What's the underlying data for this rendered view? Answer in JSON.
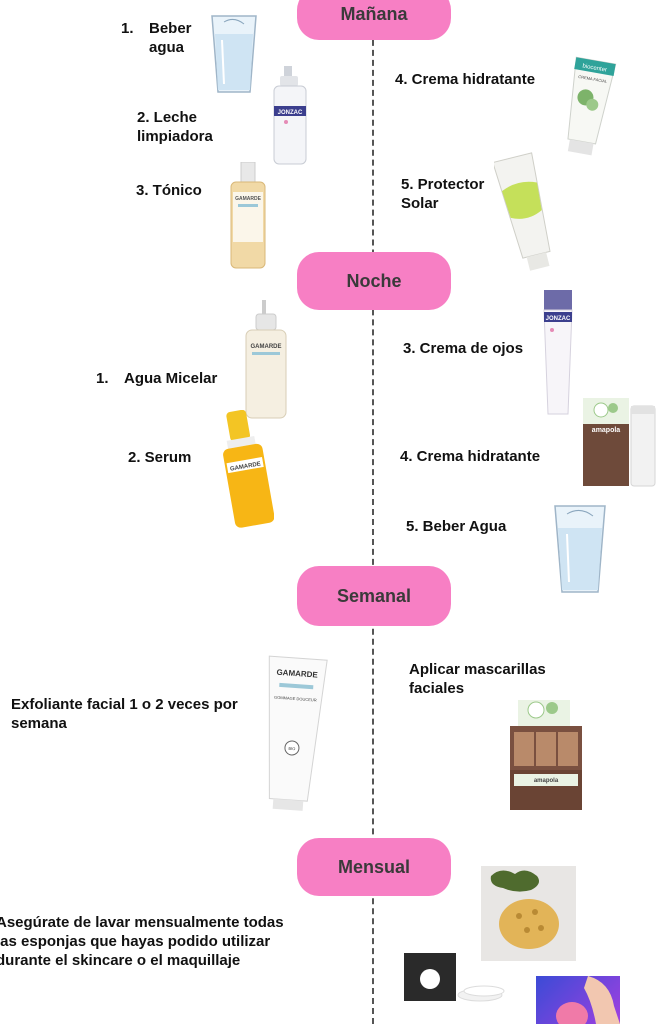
{
  "sections": {
    "manana": "Mañana",
    "noche": "Noche",
    "semanal": "Semanal",
    "mensual": "Mensual"
  },
  "manana_items": {
    "beber_agua_num": "1.",
    "beber_agua_line1": "Beber",
    "beber_agua_line2": "agua",
    "leche_line1": "2. Leche",
    "leche_line2": "limpiadora",
    "tonico": "3. Tónico",
    "crema": "4. Crema hidratante",
    "protector_line1": "5. Protector",
    "protector_line2": "Solar"
  },
  "noche_items": {
    "agua_micelar_num": "1.",
    "agua_micelar": "Agua Micelar",
    "serum": "2. Serum",
    "crema_ojos": "3. Crema de ojos",
    "crema": "4. Crema hidratante",
    "beber_agua": "5. Beber Agua"
  },
  "semanal_items": {
    "exfoliante_line1": "Exfoliante facial 1 o 2 veces por",
    "exfoliante_line2": "semana",
    "mascarillas_line1": "Aplicar mascarillas",
    "mascarillas_line2": "faciales"
  },
  "mensual_items": {
    "text_line1": "Asegúrate de lavar mensualmente todas",
    "text_line2": "las esponjas que hayas podido utilizar",
    "text_line3": "durante el skincare o el maquillaje"
  },
  "product_text": {
    "gamarde": "GAMARDE",
    "jonzac": "JONZAC",
    "biocenter": "biocenter",
    "crema_facial": "CREMA FACIAL",
    "amapola": "amapola",
    "gommage": "GOMMAGE DOUCEUR",
    "bio": "BIO"
  },
  "colors": {
    "pill": "#f77fc4",
    "pill_text": "#3a3a3a",
    "divider": "#555555"
  }
}
